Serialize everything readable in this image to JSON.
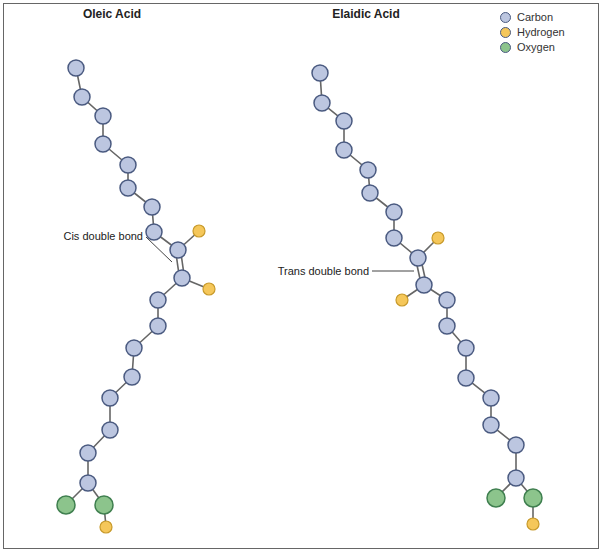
{
  "diagram": {
    "labels": [
      "Oleic Acid",
      "Elaidic Acid",
      "Cis double bond",
      "Trans double bond"
    ],
    "legend": [
      {
        "text": "Carbon",
        "color": "#bcc6e0"
      },
      {
        "text": "Hydrogen",
        "color": "#f5c75a"
      },
      {
        "text": "Oxygen",
        "color": "#8cc48c"
      }
    ]
  }
}
